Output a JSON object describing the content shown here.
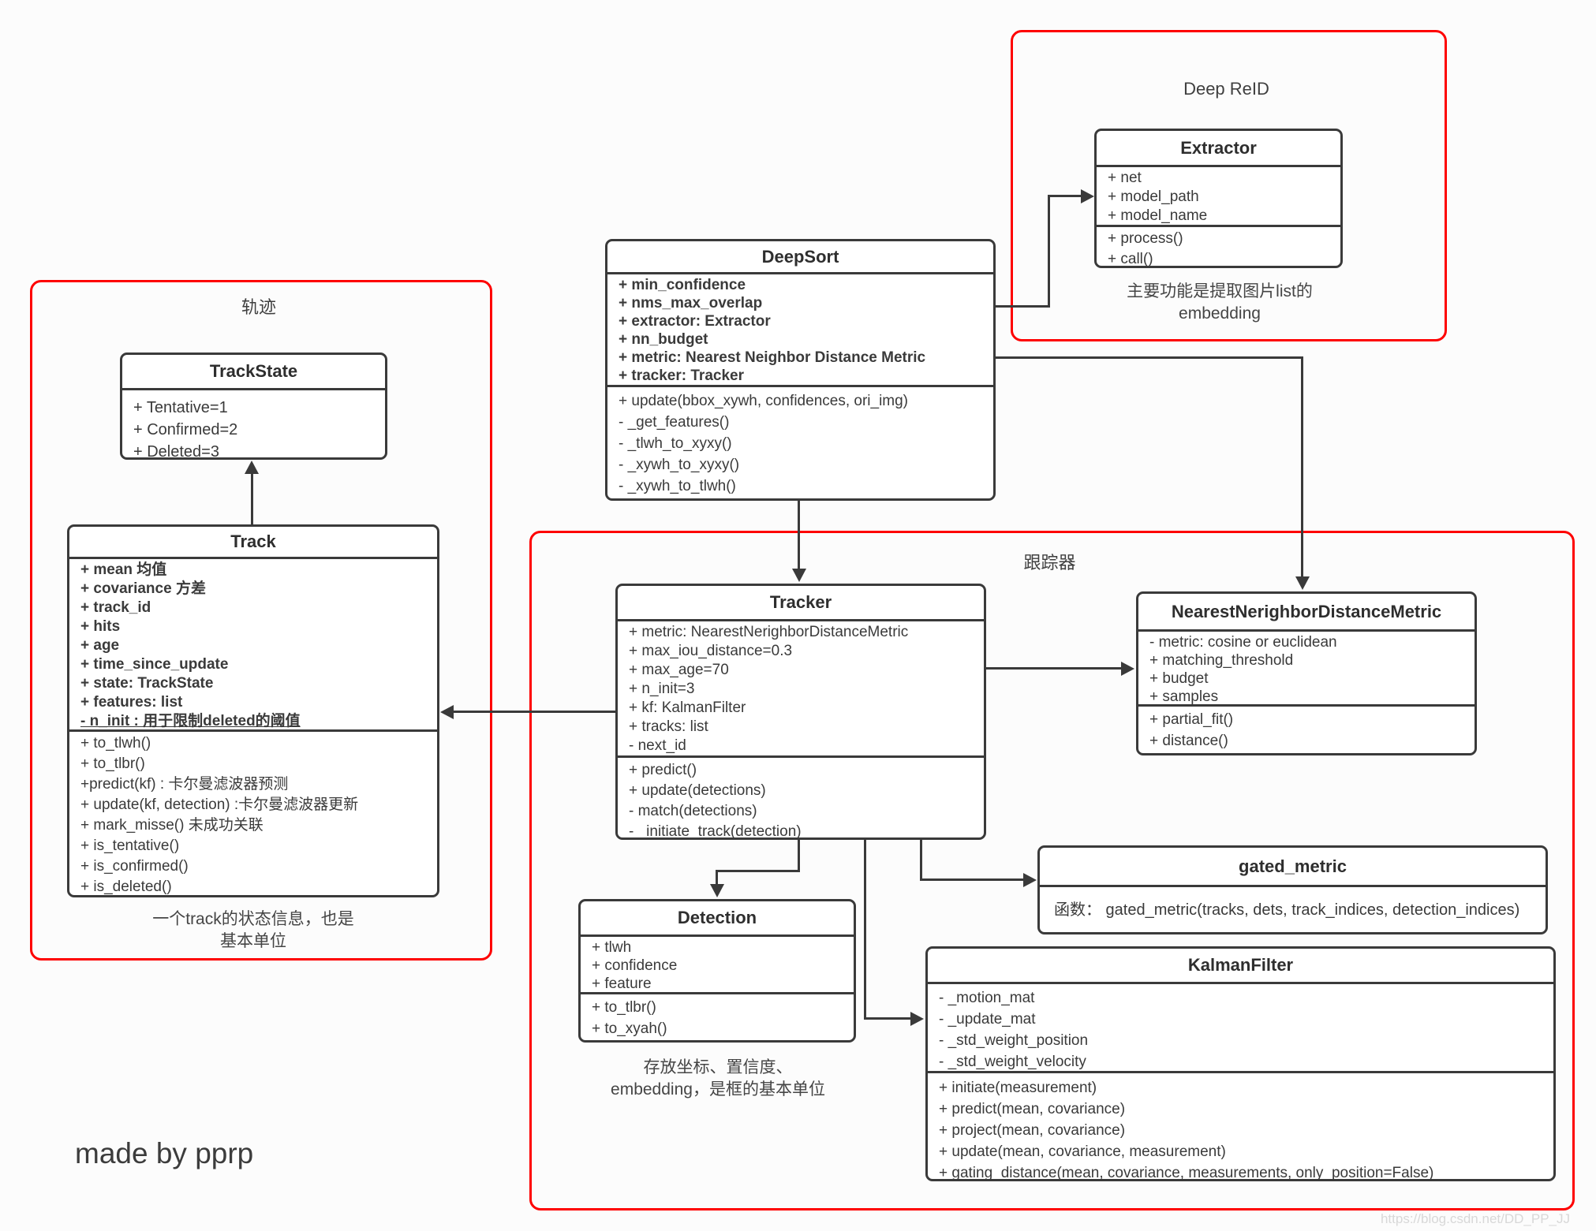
{
  "colors": {
    "region_border": "#fe0000",
    "box_border": "#3a3a3a",
    "text": "#333333",
    "watermark_text": "#d8d8d8"
  },
  "groups": {
    "track_region": {
      "label": "轨迹",
      "caption": "一个track的状态信息，也是\n基本单位"
    },
    "reid_region": {
      "label": "Deep ReID",
      "caption": "主要功能是提取图片list的\nembedding"
    },
    "tracker_region": {
      "label": "跟踪器"
    }
  },
  "classes": {
    "trackstate": {
      "title": "TrackState",
      "attributes": [
        "+ Tentative=1",
        "+ Confirmed=2",
        "+ Deleted=3"
      ]
    },
    "track": {
      "title": "Track",
      "attributes": [
        {
          "text": "+ mean 均值",
          "bold": true
        },
        {
          "text": "+ covariance 方差",
          "bold": true
        },
        {
          "text": "+ track_id",
          "bold": true
        },
        {
          "text": "+ hits",
          "bold": true
        },
        {
          "text": "+ age",
          "bold": true
        },
        {
          "text": "+ time_since_update",
          "bold": true
        },
        {
          "text": "+ state: TrackState",
          "bold": true
        },
        {
          "text": "+ features: list",
          "bold": true
        },
        {
          "text": "- n_init : 用于限制deleted的阈值",
          "bold": true,
          "underline": true
        }
      ],
      "methods": [
        "+ to_tlwh()",
        "+ to_tlbr()",
        "+predict(kf) : 卡尔曼滤波器预测",
        "+ update(kf, detection) :卡尔曼滤波器更新",
        "+ mark_misse() 未成功关联",
        "+ is_tentative()",
        "+ is_confirmed()",
        "+ is_deleted()"
      ]
    },
    "deepsort": {
      "title": "DeepSort",
      "attributes": [
        {
          "text": "+ min_confidence",
          "bold": true
        },
        {
          "text": "+ nms_max_overlap",
          "bold": true
        },
        {
          "text": "+ extractor: Extractor",
          "bold": true
        },
        {
          "text": "+ nn_budget",
          "bold": true
        },
        {
          "text": "+ metric: Nearest Neighbor Distance Metric",
          "bold": true
        },
        {
          "text": "+ tracker: Tracker",
          "bold": true
        }
      ],
      "methods": [
        "+ update(bbox_xywh, confidences, ori_img)",
        "- _get_features()",
        "- _tlwh_to_xyxy()",
        "- _xywh_to_xyxy()",
        "- _xywh_to_tlwh()"
      ]
    },
    "extractor": {
      "title": "Extractor",
      "attributes": [
        "+ net",
        "+ model_path",
        "+ model_name"
      ],
      "methods": [
        "+ process()",
        "+ call()"
      ]
    },
    "tracker": {
      "title": "Tracker",
      "attributes": [
        "+ metric: NearestNerighborDistanceMetric",
        "+ max_iou_distance=0.3",
        "+ max_age=70",
        "+ n_init=3",
        "+ kf: KalmanFilter",
        "+ tracks: list",
        "- next_id"
      ],
      "methods": [
        "+ predict()",
        "+ update(detections)",
        "- match(detections)",
        "- _initiate_track(detection)"
      ]
    },
    "nndm": {
      "title": "NearestNerighborDistanceMetric",
      "attributes": [
        "- metric: cosine or euclidean",
        "+ matching_threshold",
        "+ budget",
        "+ samples"
      ],
      "methods": [
        "+ partial_fit()",
        "+ distance()"
      ]
    },
    "gated_metric": {
      "title": "gated_metric",
      "body": "函数： gated_metric(tracks, dets, track_indices, detection_indices)"
    },
    "detection": {
      "title": "Detection",
      "attributes": [
        "+ tlwh",
        "+ confidence",
        "+ feature"
      ],
      "methods": [
        "+ to_tlbr()",
        "+ to_xyah()"
      ]
    },
    "kalmanfilter": {
      "title": "KalmanFilter",
      "attributes": [
        "- _motion_mat",
        "- _update_mat",
        "- _std_weight_position",
        "- _std_weight_velocity"
      ],
      "methods": [
        "+ initiate(measurement)",
        "+ predict(mean, covariance)",
        "+ project(mean, covariance)",
        "+ update(mean, covariance, measurement)",
        "+ gating_distance(mean, covariance, measurements, only_position=False)"
      ]
    }
  },
  "footer": {
    "credit": "made by pprp",
    "watermark": "https://blog.csdn.net/DD_PP_JJ"
  }
}
